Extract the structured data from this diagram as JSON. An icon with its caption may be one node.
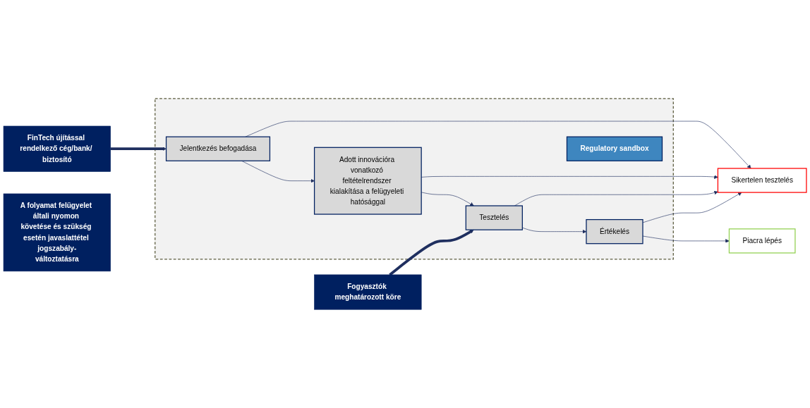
{
  "diagram": {
    "nodes": [
      {
        "text": [
          "Fogyasztók meghatározott köre"
        ]
      },
      {
        "text": [
          "FinTech újítással rendelkező cég/bank/ biztosító"
        ]
      },
      {
        "text": [],
        "shape": "box"
      },
      {
        "text": [
          "Jelentkezés befogadása"
        ],
        "in": 2
      },
      {
        "text": [
          "Adott innovációra vonatkozó feltételrendszer kialakítása a felügyeleti hatósággal"
        ],
        "in": 2
      },
      {
        "text": [
          "Tesztelés"
        ],
        "in": 2
      },
      {
        "text": [
          "Értékelés"
        ],
        "in": 2
      },
      {
        "text": [
          "Regulatory sandbox"
        ],
        "in": 2
      },
      {
        "text": [
          "Piacra lépés"
        ]
      },
      {
        "text": [
          "Sikertelen tesztelés"
        ]
      },
      {
        "text": [
          "A folyamat felügyelet általi nyomon követése és szükség esetén javaslattétel jogszabály-változtatásra"
        ]
      }
    ],
    "edges": [
      {
        "from": 0,
        "to": 5,
        "arrow": "to",
        "style": "thick"
      },
      {
        "from": 1,
        "to": 3,
        "arrow": "to",
        "style": "thick"
      },
      {
        "from": 3,
        "to": 4,
        "arrow": "to"
      },
      {
        "from": 4,
        "to": 5,
        "arrow": "to"
      },
      {
        "from": 5,
        "to": 6,
        "arrow": "to"
      },
      {
        "from": 6,
        "to": 8,
        "arrow": "to"
      },
      {
        "from": 3,
        "to": 9,
        "arrow": "to"
      },
      {
        "from": 4,
        "to": 9,
        "arrow": "to"
      },
      {
        "from": 5,
        "to": 9,
        "arrow": "to"
      },
      {
        "from": 6,
        "to": 9,
        "arrow": "to"
      }
    ]
  }
}
